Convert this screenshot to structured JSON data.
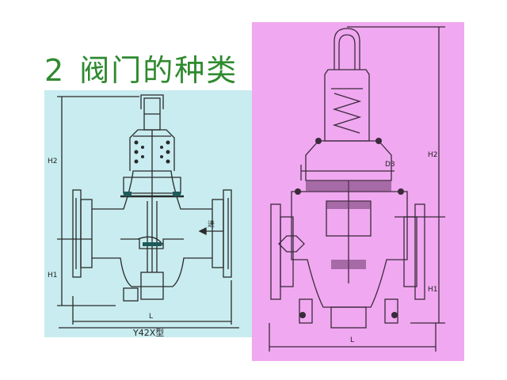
{
  "slide": {
    "title_number": "2",
    "title_text": "阀门的种类"
  },
  "left_drawing": {
    "caption": "Y42X型",
    "dim_h2": "H2",
    "dim_h1": "H1",
    "dim_l": "L",
    "flow_label": "进"
  },
  "right_drawing": {
    "dim_d3": "D3",
    "dim_h2": "H2",
    "dim_h1": "H1",
    "dim_l": "L"
  },
  "colors": {
    "title": "#2f8a2f",
    "left_bg": "#c8ecf0",
    "right_bg": "#f0a8f0",
    "line": "#2a2a2a"
  }
}
